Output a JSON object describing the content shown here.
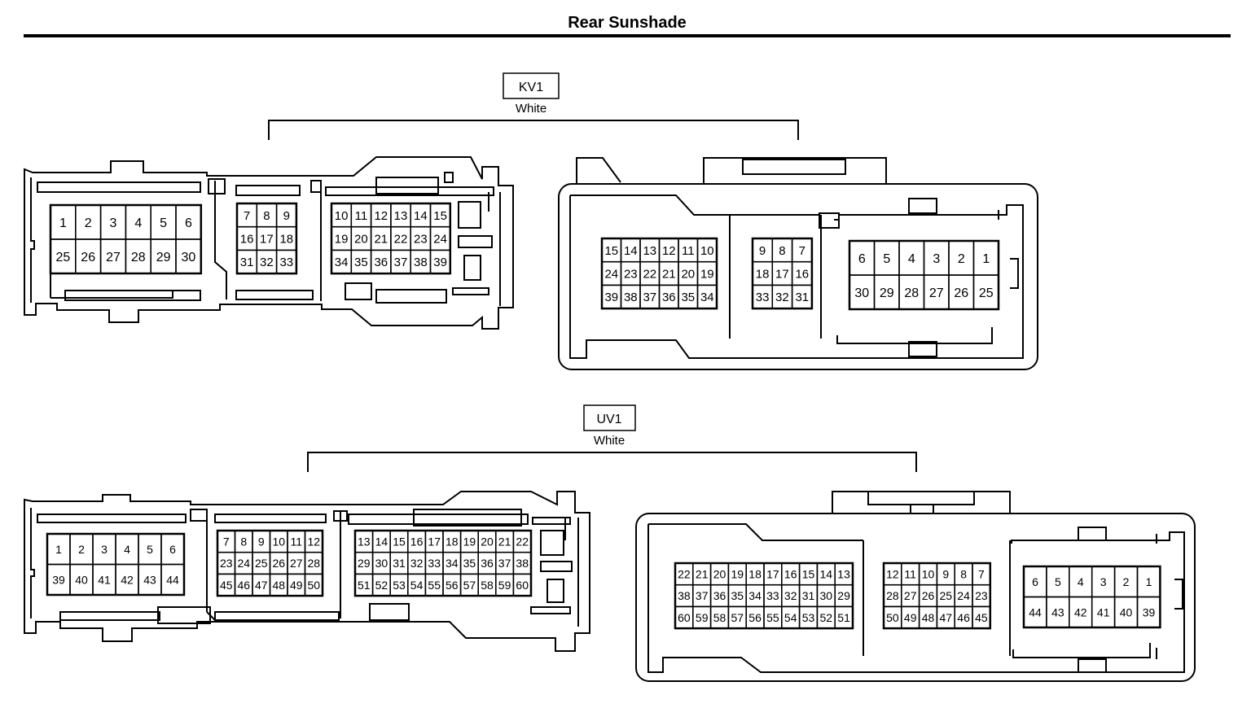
{
  "title": "Rear Sunshade",
  "connectors": [
    {
      "code": "KV1",
      "color": "White",
      "views": [
        {
          "blocks": [
            {
              "rows": [
                [
                  "1",
                  "2",
                  "3",
                  "4",
                  "5",
                  "6"
                ],
                [
                  "25",
                  "26",
                  "27",
                  "28",
                  "29",
                  "30"
                ]
              ]
            },
            {
              "rows": [
                [
                  "7",
                  "8",
                  "9"
                ],
                [
                  "16",
                  "17",
                  "18"
                ],
                [
                  "31",
                  "32",
                  "33"
                ]
              ]
            },
            {
              "rows": [
                [
                  "10",
                  "11",
                  "12",
                  "13",
                  "14",
                  "15"
                ],
                [
                  "19",
                  "20",
                  "21",
                  "22",
                  "23",
                  "24"
                ],
                [
                  "34",
                  "35",
                  "36",
                  "37",
                  "38",
                  "39"
                ]
              ]
            }
          ]
        },
        {
          "blocks": [
            {
              "rows": [
                [
                  "15",
                  "14",
                  "13",
                  "12",
                  "11",
                  "10"
                ],
                [
                  "24",
                  "23",
                  "22",
                  "21",
                  "20",
                  "19"
                ],
                [
                  "39",
                  "38",
                  "37",
                  "36",
                  "35",
                  "34"
                ]
              ]
            },
            {
              "rows": [
                [
                  "9",
                  "8",
                  "7"
                ],
                [
                  "18",
                  "17",
                  "16"
                ],
                [
                  "33",
                  "32",
                  "31"
                ]
              ]
            },
            {
              "rows": [
                [
                  "6",
                  "5",
                  "4",
                  "3",
                  "2",
                  "1"
                ],
                [
                  "30",
                  "29",
                  "28",
                  "27",
                  "26",
                  "25"
                ]
              ]
            }
          ]
        }
      ]
    },
    {
      "code": "UV1",
      "color": "White",
      "views": [
        {
          "blocks": [
            {
              "rows": [
                [
                  "1",
                  "2",
                  "3",
                  "4",
                  "5",
                  "6"
                ],
                [
                  "39",
                  "40",
                  "41",
                  "42",
                  "43",
                  "44"
                ]
              ]
            },
            {
              "rows": [
                [
                  "7",
                  "8",
                  "9",
                  "10",
                  "11",
                  "12"
                ],
                [
                  "23",
                  "24",
                  "25",
                  "26",
                  "27",
                  "28"
                ],
                [
                  "45",
                  "46",
                  "47",
                  "48",
                  "49",
                  "50"
                ]
              ]
            },
            {
              "rows": [
                [
                  "13",
                  "14",
                  "15",
                  "16",
                  "17",
                  "18",
                  "19",
                  "20",
                  "21",
                  "22"
                ],
                [
                  "29",
                  "30",
                  "31",
                  "32",
                  "33",
                  "34",
                  "35",
                  "36",
                  "37",
                  "38"
                ],
                [
                  "51",
                  "52",
                  "53",
                  "54",
                  "55",
                  "56",
                  "57",
                  "58",
                  "59",
                  "60"
                ]
              ]
            }
          ]
        },
        {
          "blocks": [
            {
              "rows": [
                [
                  "22",
                  "21",
                  "20",
                  "19",
                  "18",
                  "17",
                  "16",
                  "15",
                  "14",
                  "13"
                ],
                [
                  "38",
                  "37",
                  "36",
                  "35",
                  "34",
                  "33",
                  "32",
                  "31",
                  "30",
                  "29"
                ],
                [
                  "60",
                  "59",
                  "58",
                  "57",
                  "56",
                  "55",
                  "54",
                  "53",
                  "52",
                  "51"
                ]
              ]
            },
            {
              "rows": [
                [
                  "12",
                  "11",
                  "10",
                  "9",
                  "8",
                  "7"
                ],
                [
                  "28",
                  "27",
                  "26",
                  "25",
                  "24",
                  "23"
                ],
                [
                  "50",
                  "49",
                  "48",
                  "47",
                  "46",
                  "45"
                ]
              ]
            },
            {
              "rows": [
                [
                  "6",
                  "5",
                  "4",
                  "3",
                  "2",
                  "1"
                ],
                [
                  "44",
                  "43",
                  "42",
                  "41",
                  "40",
                  "39"
                ]
              ]
            }
          ]
        }
      ]
    }
  ]
}
